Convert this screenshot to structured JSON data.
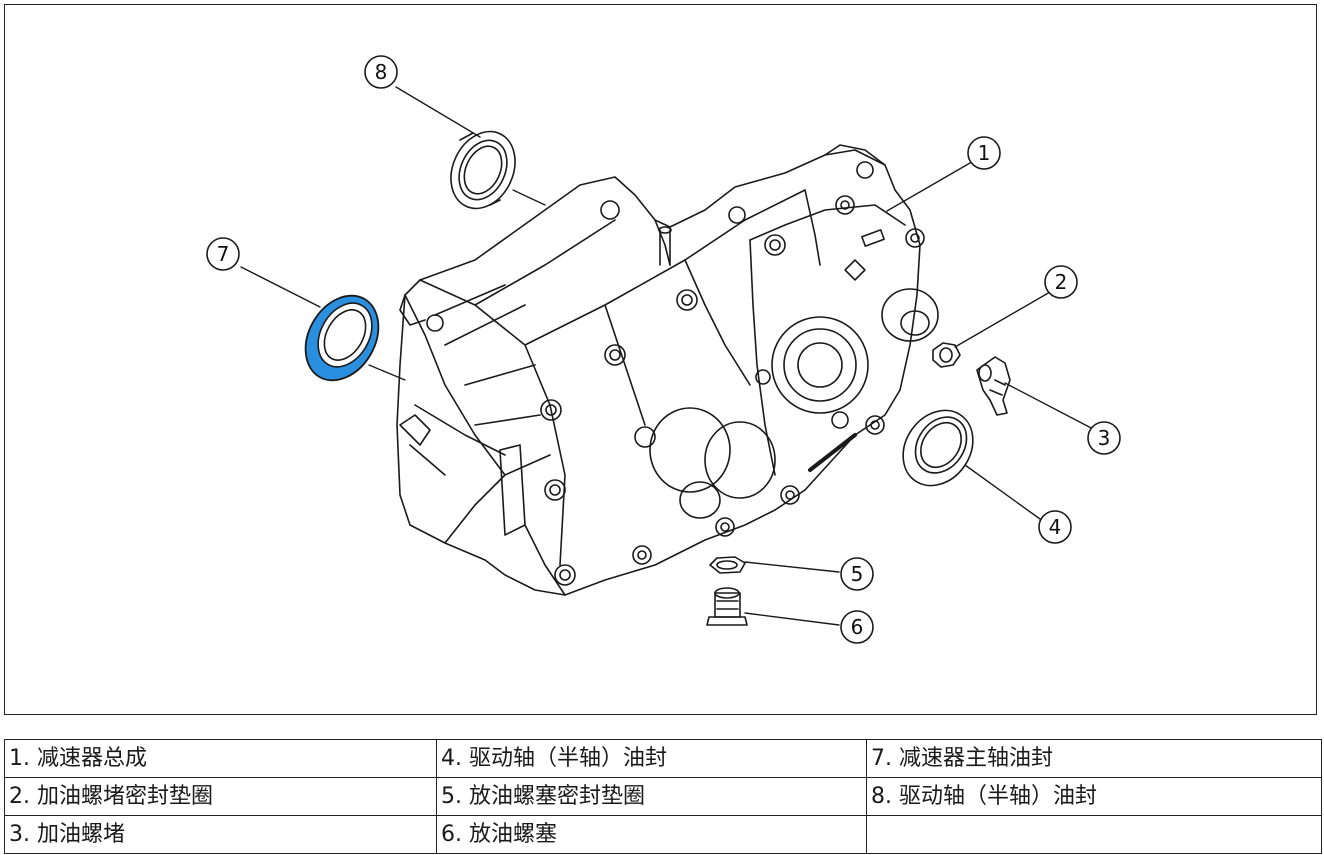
{
  "callouts": [
    {
      "num": "1"
    },
    {
      "num": "2"
    },
    {
      "num": "3"
    },
    {
      "num": "4"
    },
    {
      "num": "5"
    },
    {
      "num": "6"
    },
    {
      "num": "7"
    },
    {
      "num": "8"
    }
  ],
  "legend": {
    "rows": [
      [
        "1. 减速器总成",
        "4. 驱动轴（半轴）油封",
        "7. 减速器主轴油封"
      ],
      [
        "2. 加油螺堵密封垫圈",
        "5. 放油螺塞密封垫圈",
        "8. 驱动轴（半轴）油封"
      ],
      [
        "3. 加油螺堵",
        "6. 放油螺塞",
        ""
      ]
    ]
  },
  "colors": {
    "highlight": "#2b8fe0",
    "line": "#1a1a1a"
  },
  "icons": [
    "reducer-assembly-drawing",
    "oil-seal-icon",
    "washer-icon",
    "plug-icon"
  ]
}
